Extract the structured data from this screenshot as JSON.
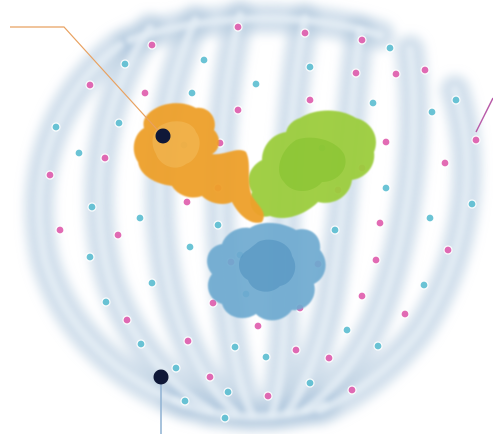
{
  "colors": {
    "background": "#ffffff",
    "shell_blue": "#aec7dc",
    "shell_highlight": "#e4eef6",
    "dot_pink": "#e05fae",
    "dot_teal": "#5fbfd2",
    "protein_orange": "#eea02a",
    "protein_green": "#9ccd3c",
    "protein_blue": "#6eaad0",
    "callout_orange": "#e8a160",
    "callout_magenta": "#b85aa8",
    "callout_blue": "#93b4d4",
    "marker_navy": "#0f1838"
  },
  "components": {
    "shell": {
      "icon": "ribbed-barrel-icon"
    },
    "orange_protein": {
      "icon": "orange-protein-blob-icon"
    },
    "green_protein": {
      "icon": "green-protein-blob-icon"
    },
    "blue_protein": {
      "icon": "blue-protein-blob-icon"
    }
  },
  "callouts": [
    {
      "name": "orange-callout",
      "target": "orange_protein"
    },
    {
      "name": "magenta-callout",
      "target": "shell"
    },
    {
      "name": "blue-callout",
      "target": "shell"
    }
  ]
}
